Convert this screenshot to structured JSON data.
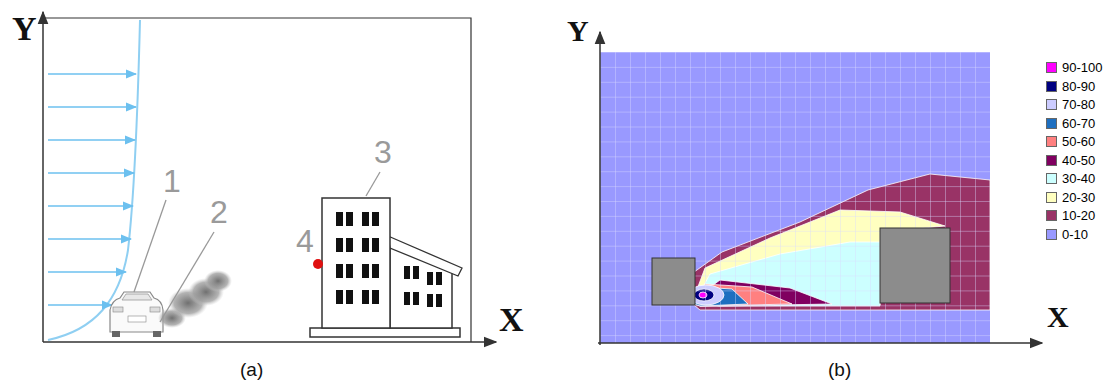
{
  "diagram": {
    "labels": [
      "Y",
      "X",
      "1",
      "2",
      "3",
      "4",
      "(a)",
      "Y",
      "X",
      "(b)"
    ],
    "legend": [
      {
        "text": "90-100",
        "color": "#ff00ff"
      },
      {
        "text": "80-90",
        "color": "#000080"
      },
      {
        "text": "70-80",
        "color": "#ccccff"
      },
      {
        "text": "60-70",
        "color": "#1e6fc0"
      },
      {
        "text": "50-60",
        "color": "#ff8080"
      },
      {
        "text": "40-50",
        "color": "#800060"
      },
      {
        "text": "30-40",
        "color": "#ccffff"
      },
      {
        "text": "20-30",
        "color": "#ffffc0"
      },
      {
        "text": "10-20",
        "color": "#993366"
      },
      {
        "text": "0-10",
        "color": "#9999ff"
      }
    ]
  }
}
